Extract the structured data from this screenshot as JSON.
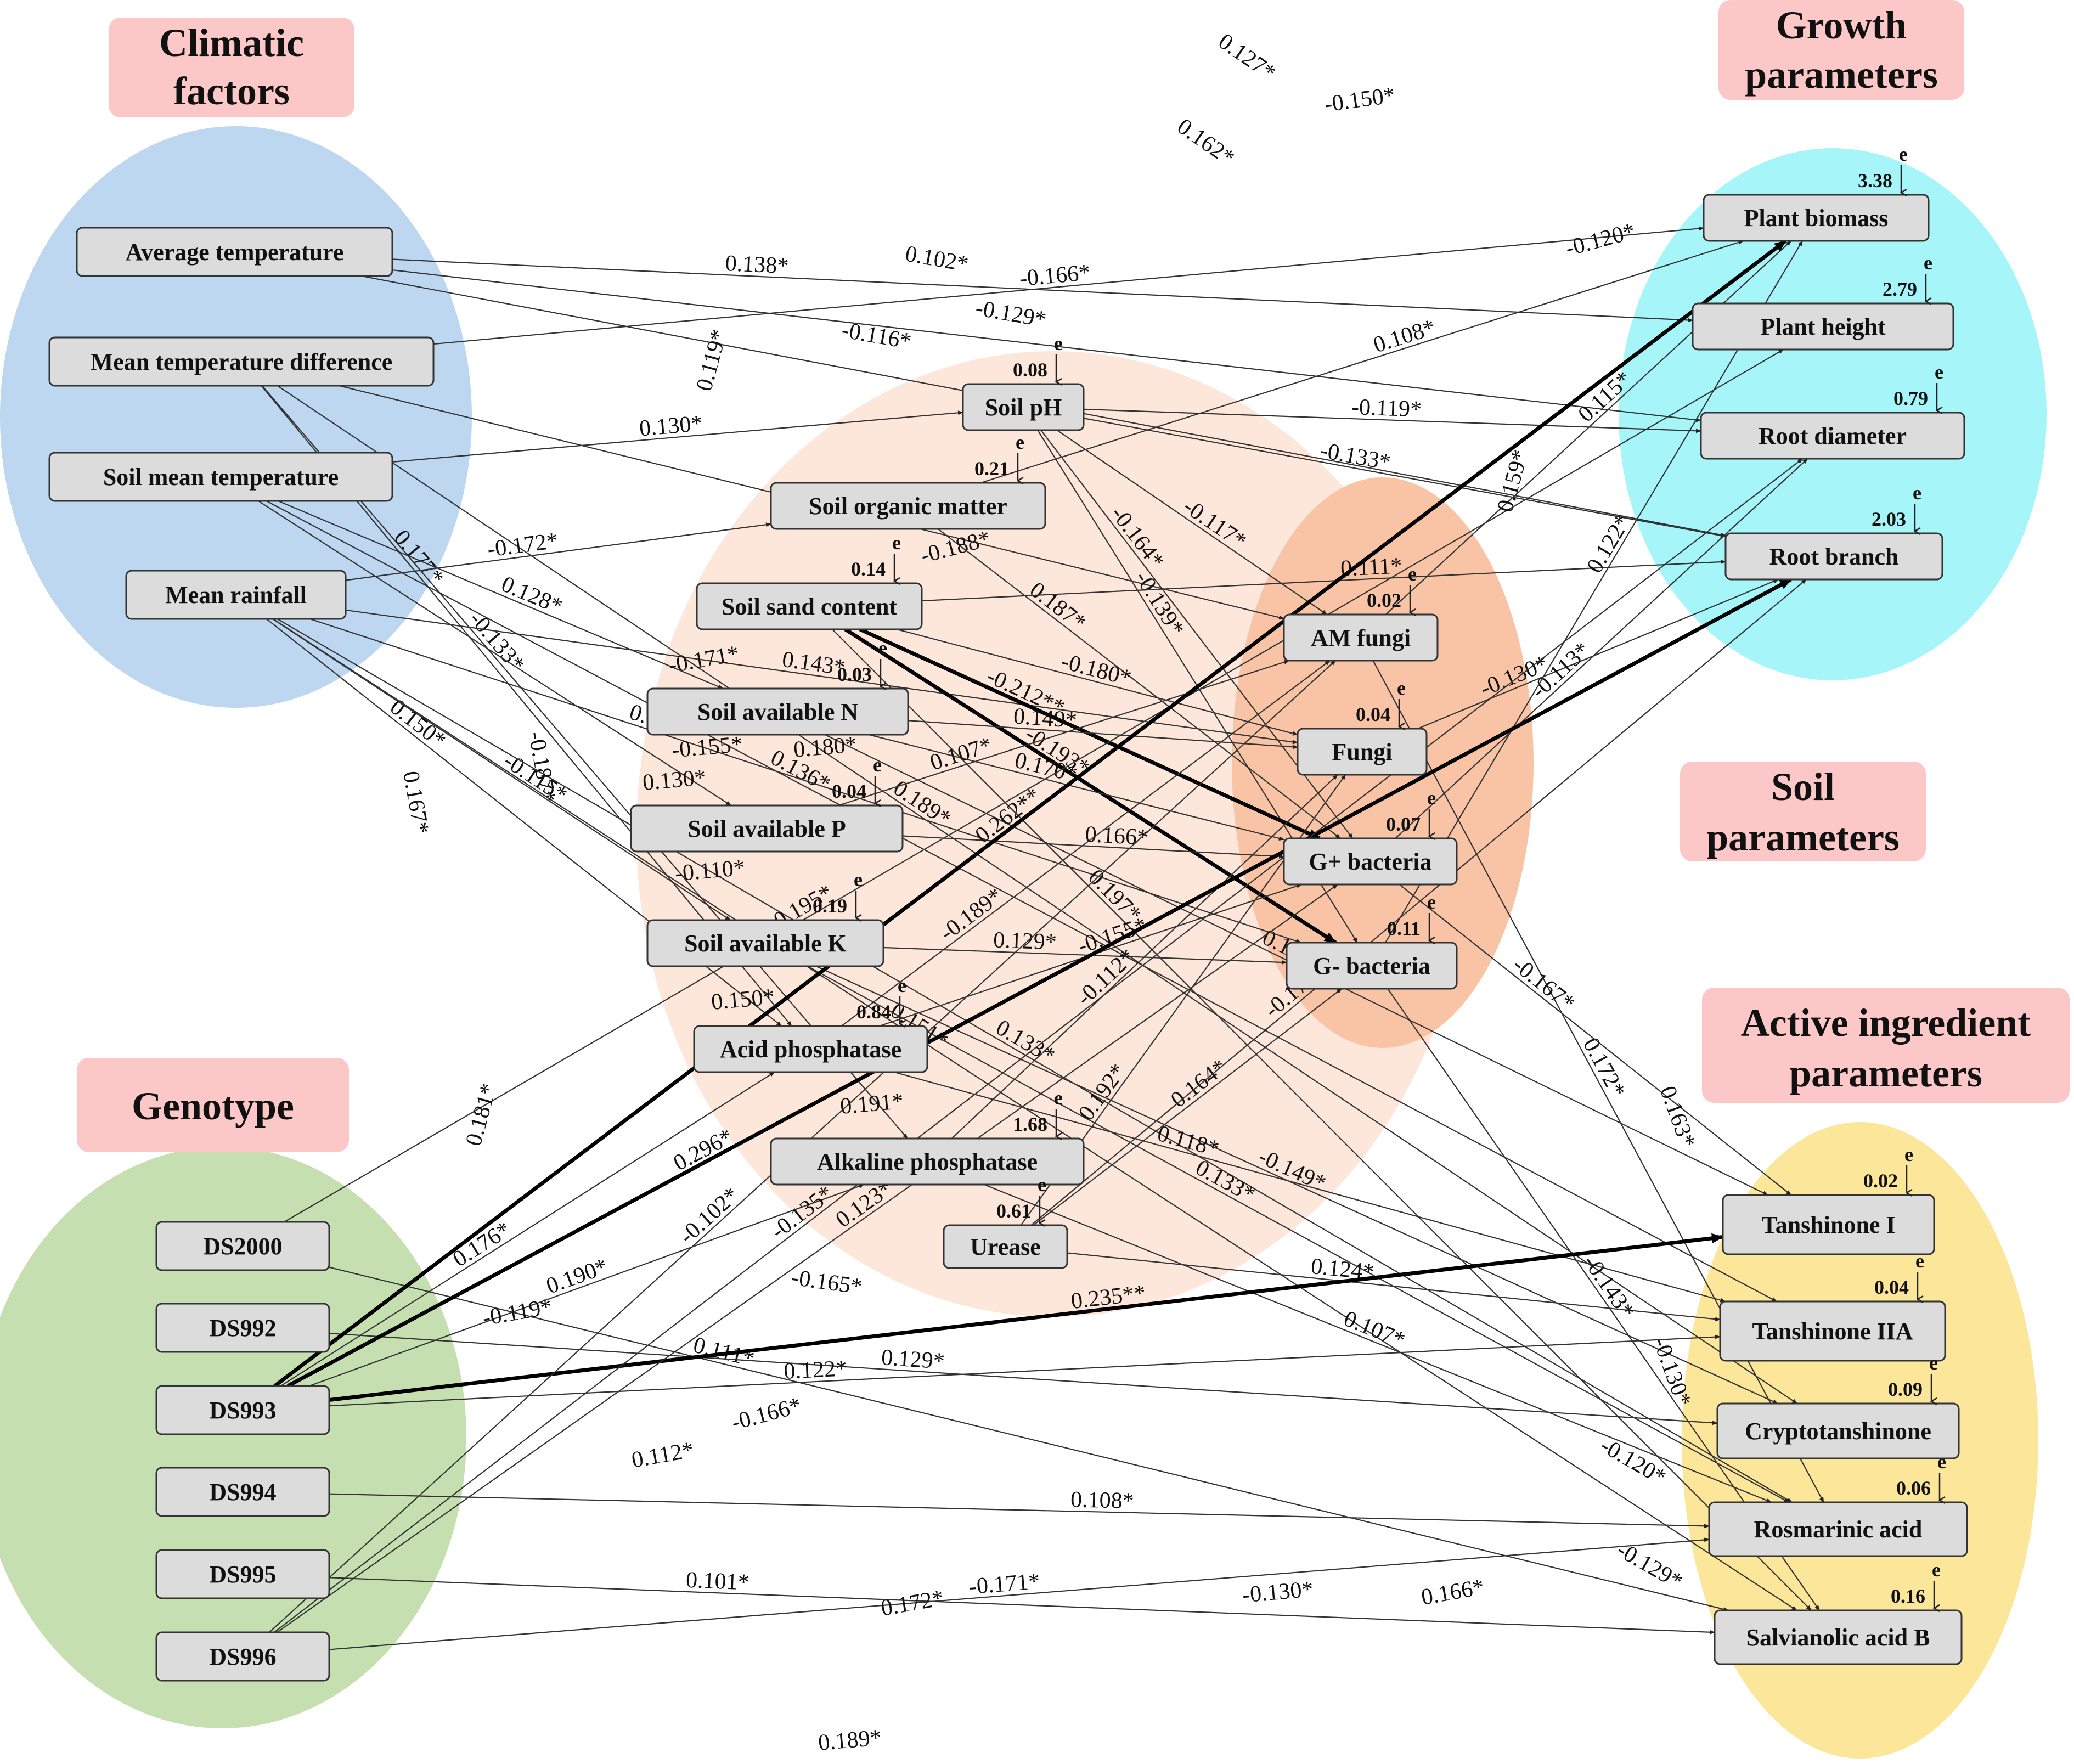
{
  "colors": {
    "climatic": "#bcd7ef",
    "growth": "#a6f6f9",
    "genotype": "#c5dfb0",
    "active": "#fce699",
    "soil_outer": "#fde7db",
    "soil_inner": "#f9c4a5",
    "label_bg": "#fbc7c7",
    "node_fill": "#dcdcdc"
  },
  "groups": {
    "climatic": [
      "Climatic",
      "factors"
    ],
    "growth": [
      "Growth",
      "parameters"
    ],
    "soil": [
      "Soil",
      "parameters"
    ],
    "genotype": [
      "Genotype"
    ],
    "active": [
      "Active ingredient",
      "parameters"
    ]
  },
  "error_symbol": "e",
  "nodes": {
    "avg_temp": {
      "label": "Average temperature"
    },
    "mean_temp_diff": {
      "label": "Mean temperature difference"
    },
    "soil_mean_temp": {
      "label": "Soil mean temperature"
    },
    "mean_rainfall": {
      "label": "Mean rainfall"
    },
    "soil_ph": {
      "label": "Soil pH",
      "r2": "0.08"
    },
    "som": {
      "label": "Soil organic matter",
      "r2": "0.21"
    },
    "sand": {
      "label": "Soil sand content",
      "r2": "0.14"
    },
    "avail_n": {
      "label": "Soil available N",
      "r2": "0.03"
    },
    "avail_p": {
      "label": "Soil available P",
      "r2": "0.04"
    },
    "avail_k": {
      "label": "Soil available K",
      "r2": "0.19"
    },
    "acid_p": {
      "label": "Acid phosphatase",
      "r2": "0.84"
    },
    "alk_p": {
      "label": "Alkaline phosphatase",
      "r2": "1.68"
    },
    "urease": {
      "label": "Urease",
      "r2": "0.61"
    },
    "am_fungi": {
      "label": "AM fungi",
      "r2": "0.02"
    },
    "fungi": {
      "label": "Fungi",
      "r2": "0.04"
    },
    "gpos": {
      "label": "G+ bacteria",
      "r2": "0.07"
    },
    "gneg": {
      "label": "G- bacteria",
      "r2": "0.11"
    },
    "biomass": {
      "label": "Plant biomass",
      "r2": "3.38"
    },
    "height": {
      "label": "Plant height",
      "r2": "2.79"
    },
    "root_dia": {
      "label": "Root diameter",
      "r2": "0.79"
    },
    "root_br": {
      "label": "Root branch",
      "r2": "2.03"
    },
    "ds2000": {
      "label": "DS2000"
    },
    "ds992": {
      "label": "DS992"
    },
    "ds993": {
      "label": "DS993"
    },
    "ds994": {
      "label": "DS994"
    },
    "ds995": {
      "label": "DS995"
    },
    "ds996": {
      "label": "DS996"
    },
    "tan1": {
      "label": "Tanshinone I",
      "r2": "0.02"
    },
    "tan2a": {
      "label": "Tanshinone IIA",
      "r2": "0.04"
    },
    "crypto": {
      "label": "Cryptotanshinone",
      "r2": "0.09"
    },
    "rosm": {
      "label": "Rosmarinic acid",
      "r2": "0.06"
    },
    "salb": {
      "label": "Salvianolic acid B",
      "r2": "0.16"
    }
  },
  "paths": [
    {
      "from": "avg_temp",
      "to": "height",
      "coef": "0.138*"
    },
    {
      "from": "avg_temp",
      "to": "root_dia",
      "coef": ""
    },
    {
      "from": "avg_temp",
      "to": "root_br",
      "coef": ""
    },
    {
      "from": "mean_temp_diff",
      "to": "biomass",
      "coef": "-0.166*"
    },
    {
      "from": "mean_temp_diff",
      "to": "am_fungi",
      "coef": "-0.172*"
    },
    {
      "from": "mean_temp_diff",
      "to": "acid_p",
      "coef": "0.177*"
    },
    {
      "from": "mean_temp_diff",
      "to": "alk_p",
      "coef": "-0.133*"
    },
    {
      "from": "mean_temp_diff",
      "to": "crypto",
      "coef": "0.189*"
    },
    {
      "from": "soil_mean_temp",
      "to": "soil_ph",
      "coef": "0.130*"
    },
    {
      "from": "soil_mean_temp",
      "to": "avail_n",
      "coef": "0.128*"
    },
    {
      "from": "soil_mean_temp",
      "to": "avail_p",
      "coef": ""
    },
    {
      "from": "soil_mean_temp",
      "to": "tan2a",
      "coef": "0.136*"
    },
    {
      "from": "mean_rainfall",
      "to": "som",
      "coef": "-0.172*"
    },
    {
      "from": "mean_rainfall",
      "to": "fungi",
      "coef": "0.143*"
    },
    {
      "from": "mean_rainfall",
      "to": "avail_k",
      "coef": "-0.115*"
    },
    {
      "from": "mean_rainfall",
      "to": "acid_p",
      "coef": "0.150*"
    },
    {
      "from": "mean_rainfall",
      "to": "gneg",
      "coef": "0.150*"
    },
    {
      "from": "mean_rainfall",
      "to": "salb",
      "coef": "0.151*"
    },
    {
      "from": "mean_rainfall",
      "to": "rosm",
      "coef": "0.133*"
    },
    {
      "from": "soil_ph",
      "to": "am_fungi",
      "coef": "-0.117*"
    },
    {
      "from": "soil_ph",
      "to": "gpos",
      "coef": "-0.164*"
    },
    {
      "from": "soil_ph",
      "to": "gneg",
      "coef": "-0.139*"
    },
    {
      "from": "soil_ph",
      "to": "root_br",
      "coef": "-0.133*"
    },
    {
      "from": "soil_ph",
      "to": "root_dia",
      "coef": "-0.119*"
    },
    {
      "from": "som",
      "to": "biomass",
      "coef": "0.108*"
    },
    {
      "from": "som",
      "to": "gpos",
      "coef": "0.187*"
    },
    {
      "from": "sand",
      "to": "gpos",
      "coef": "-0.212**",
      "bold": true
    },
    {
      "from": "sand",
      "to": "gneg",
      "coef": "-0.193*",
      "bold": true
    },
    {
      "from": "sand",
      "to": "fungi",
      "coef": "-0.180*"
    },
    {
      "from": "sand",
      "to": "root_br",
      "coef": "0.111*"
    },
    {
      "from": "sand",
      "to": "salb",
      "coef": "0.197*"
    },
    {
      "from": "avail_n",
      "to": "fungi",
      "coef": "0.149*"
    },
    {
      "from": "avail_n",
      "to": "gpos",
      "coef": "0.170*"
    },
    {
      "from": "avail_n",
      "to": "tan1",
      "coef": "0.119*"
    },
    {
      "from": "avail_p",
      "to": "gpos",
      "coef": "0.166*"
    },
    {
      "from": "avail_p",
      "to": "am_fungi",
      "coef": "0.107*"
    },
    {
      "from": "avail_k",
      "to": "gneg",
      "coef": "0.129*"
    },
    {
      "from": "avail_k",
      "to": "rosm",
      "coef": "0.133*"
    },
    {
      "from": "avail_k",
      "to": "crypto",
      "coef": "-0.149*"
    },
    {
      "from": "acid_p",
      "to": "gpos",
      "coef": "-0.155*"
    },
    {
      "from": "acid_p",
      "to": "am_fungi",
      "coef": "-0.189*"
    },
    {
      "from": "acid_p",
      "to": "tan2a",
      "coef": "0.118*"
    },
    {
      "from": "alk_p",
      "to": "fungi",
      "coef": "-0.112*"
    },
    {
      "from": "alk_p",
      "to": "rosm",
      "coef": "0.107*"
    },
    {
      "from": "urease",
      "to": "gneg",
      "coef": "0.164*"
    },
    {
      "from": "urease",
      "to": "fungi",
      "coef": "0.192*"
    },
    {
      "from": "urease",
      "to": "root_br",
      "coef": "-0.178*"
    },
    {
      "from": "urease",
      "to": "tan2a",
      "coef": "0.124*"
    },
    {
      "from": "am_fungi",
      "to": "rosm",
      "coef": "0.172*"
    },
    {
      "from": "am_fungi",
      "to": "biomass",
      "coef": "0.115*"
    },
    {
      "from": "fungi",
      "to": "root_br",
      "coef": "-0.130*"
    },
    {
      "from": "gpos",
      "to": "tan1",
      "coef": "-0.167*"
    },
    {
      "from": "gpos",
      "to": "root_dia",
      "coef": "-0.113*"
    },
    {
      "from": "gneg",
      "to": "salb",
      "coef": "-0.143*"
    },
    {
      "from": "gneg",
      "to": "biomass",
      "coef": "0.122*"
    },
    {
      "from": "ds2000",
      "to": "salb",
      "coef": "0.111*"
    },
    {
      "from": "ds2000",
      "to": "height",
      "coef": "0.195*"
    },
    {
      "from": "ds992",
      "to": "crypto",
      "coef": "0.129*"
    },
    {
      "from": "ds993",
      "to": "biomass",
      "coef": "0.262**",
      "bold": true
    },
    {
      "from": "ds993",
      "to": "tan1",
      "coef": "0.235**",
      "bold": true
    },
    {
      "from": "ds993",
      "to": "root_br",
      "coef": "0.296*",
      "bold": true
    },
    {
      "from": "ds993",
      "to": "tan2a",
      "coef": "0.122*"
    },
    {
      "from": "ds993",
      "to": "acid_p",
      "coef": "0.176*"
    },
    {
      "from": "ds993",
      "to": "alk_p",
      "coef": "0.190*"
    },
    {
      "from": "ds994",
      "to": "rosm",
      "coef": "0.108*"
    },
    {
      "from": "ds995",
      "to": "salb",
      "coef": "0.101*"
    },
    {
      "from": "ds996",
      "to": "root_dia",
      "coef": "-0.135*"
    },
    {
      "from": "ds996",
      "to": "am_fungi",
      "coef": "-0.102*"
    },
    {
      "from": "ds996",
      "to": "rosm",
      "coef": "-0.171*"
    },
    {
      "from": "ds996",
      "to": "gpos",
      "coef": "0.123*"
    }
  ],
  "free_labels": [
    "0.127*",
    "-0.150*",
    "0.162*",
    "0.102*",
    "-0.120*",
    "-0.129*",
    "-0.116*",
    "-0.188*",
    "-0.171*",
    "0.119*",
    "0.181*",
    "-0.187*",
    "0.167*",
    "-0.155*",
    "0.180*",
    "0.130*",
    "-0.110*",
    "0.150*",
    "0.159*",
    "0.163*",
    "-0.165*",
    "-0.119*",
    "-0.166*",
    "0.112*",
    "-0.130*",
    "0.172*",
    "0.189*",
    "0.166*",
    "-0.129*",
    "-0.120*",
    "-0.130*",
    "0.191*"
  ]
}
